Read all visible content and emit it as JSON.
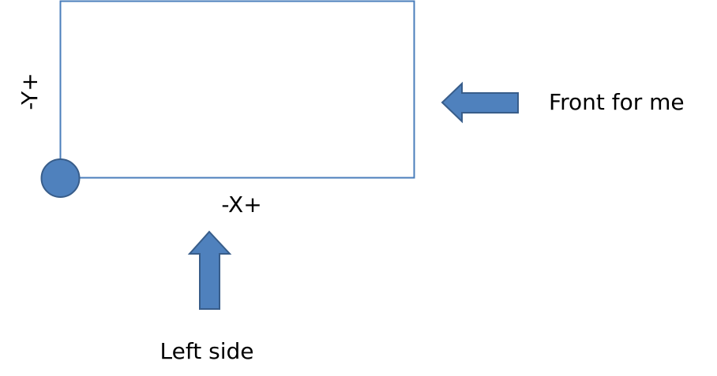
{
  "labels": {
    "y_axis": "-Y+",
    "x_axis": "-X+",
    "front": "Front for me",
    "left_side": "Left side"
  },
  "colors": {
    "rectangle_stroke": "#4a7ebb",
    "shape_fill": "#4f81bd",
    "shape_stroke": "#385d8a",
    "text": "#000000",
    "background": "#ffffff"
  }
}
